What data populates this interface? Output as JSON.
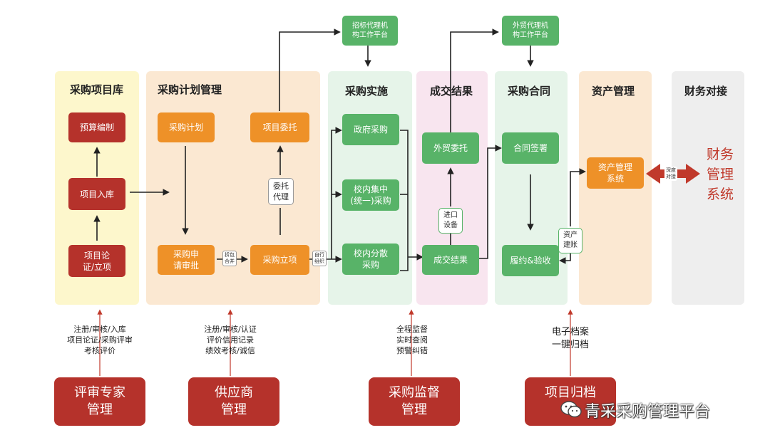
{
  "columns": {
    "project_library": "采购项目库",
    "plan": "采购计划管理",
    "implement": "采购实施",
    "result": "成交结果",
    "contract": "采购合同",
    "asset": "资产管理",
    "finance": "财务对接"
  },
  "boxes": {
    "budget": "预算编制",
    "project_in": "项目入库",
    "project_demo": "项目论\n证/立项",
    "purchase_plan": "采购计划",
    "purchase_apply": "采购申\n请审批",
    "project_entrust": "项目委托",
    "purchase_setup": "采购立项",
    "gov_purchase": "政府采购",
    "campus_central": "校内集中\n(统一)采购",
    "campus_dispersed": "校内分散\n采购",
    "foreign_entrust": "外贸委托",
    "deal_result": "成交结果",
    "contract_sign": "合同签署",
    "perform_accept": "履约&验收",
    "asset_system": "资产管理\n系统",
    "bid_agency": "招标代理机\n构工作平台",
    "foreign_agency": "外贸代理机\n构工作平台",
    "finance_system": "财务\n管理\n系统"
  },
  "tags": {
    "split_merge": "拆包\n合并",
    "self_org": "自行\n组织",
    "entrust_agent": "委托\n代理",
    "import_device": "进口\n设备",
    "asset_account": "资产\n建账",
    "deep_link": "深度\n对接"
  },
  "notes": {
    "expert": "注册/审核/入库\n项目论证/采购评审\n考核评价",
    "supplier": "注册/审核/认证\n评价信用记录\n绩效考核/诚信",
    "supervise": "全程监督\n实时查阅\n预警纠错",
    "archive": "电子档案\n一键归档"
  },
  "bottom": {
    "expert": "评审专家\n管理",
    "supplier": "供应商\n管理",
    "supervise": "采购监督\n管理",
    "archive": "项目归档"
  },
  "watermark": "青采采购管理平台",
  "colors": {
    "red": "#b5322b",
    "orange": "#ee9128",
    "green": "#58b368",
    "col_yellow": "#fdf7cc",
    "col_peach": "#fbe8d2",
    "col_green": "#e6f4e9",
    "col_pink": "#f8e5ef",
    "col_gray": "#eeeeee"
  }
}
